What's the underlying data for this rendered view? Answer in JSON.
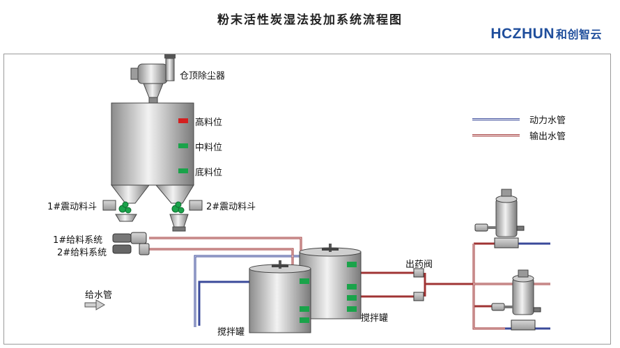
{
  "title": "粉末活性炭湿法投加系统流程图",
  "brand": {
    "latin": "HCZHUN",
    "cn": "和创智云",
    "color": "#1f4e9c"
  },
  "labels": {
    "dust_collector": "仓顶除尘器",
    "high_level": "高料位",
    "mid_level": "中料位",
    "low_level": "底料位",
    "vibrating_hopper_1": "1#震动料斗",
    "vibrating_hopper_2": "2#震动料斗",
    "feeder_1": "1#给料系统",
    "feeder_2": "2#给料系统",
    "water_inlet": "给水管",
    "mixing_tank_left": "搅拌罐",
    "mixing_tank_right": "搅拌罐",
    "dosing_valve": "出药阀"
  },
  "legend": [
    {
      "label": "动力水管",
      "color": "#3a4a9a"
    },
    {
      "label": "输出水管",
      "color": "#a03434"
    }
  ],
  "colors": {
    "power_water": "#3a4a9a",
    "output_water": "#a03434",
    "indicator_high": "#d42020",
    "indicator_normal": "#1aa34a"
  }
}
